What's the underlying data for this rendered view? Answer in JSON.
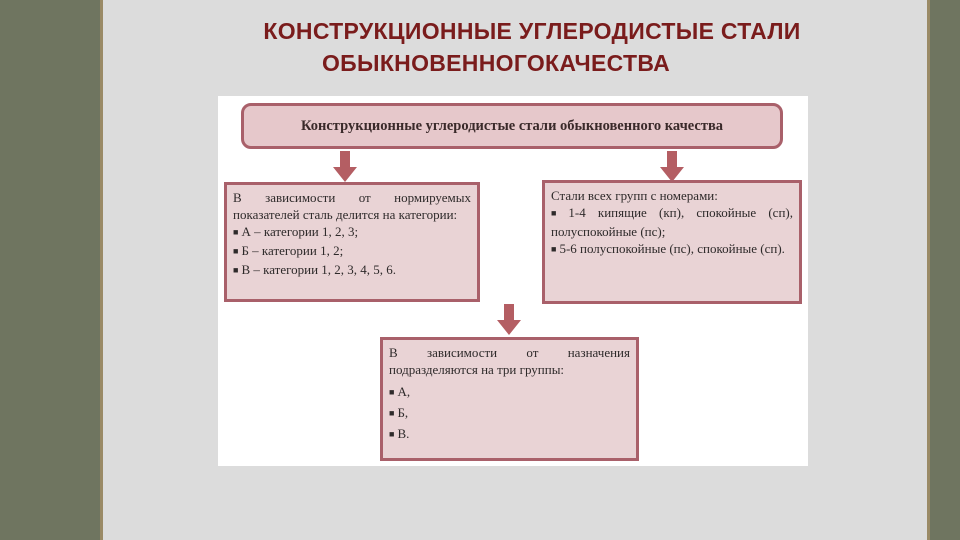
{
  "slide": {
    "title_line1": "КОНСТРУКЦИОННЫЕ  УГЛЕРОДИСТЫЕ СТАЛИ",
    "title_line2": "ОБЫКНОВЕННОГОКАЧЕСТВА"
  },
  "diagram": {
    "header": "Конструкционные углеродистые стали обыкновенного качества",
    "left_box": {
      "intro": "В зависимости от нормируемых показателей сталь делится на категории:",
      "items": [
        "А – категории 1, 2, 3;",
        "Б – категории 1, 2;",
        "В – категории 1, 2, 3, 4, 5, 6."
      ]
    },
    "right_box": {
      "intro": "Стали всех групп с номерами:",
      "items": [
        "1-4 кипящие (кп), спокойные (сп), полуспокойные (пс);",
        "5-6 полуспокойные (пс), спокойные (сп)."
      ]
    },
    "bottom_box": {
      "intro": "В зависимости от назначения подразделяются на три группы:",
      "items": [
        "А,",
        "Б,",
        "В."
      ]
    },
    "colors": {
      "border": "#a9606a",
      "fill": "#e9d3d5",
      "arrow": "#b45e63",
      "title": "#7a1c1c"
    }
  }
}
